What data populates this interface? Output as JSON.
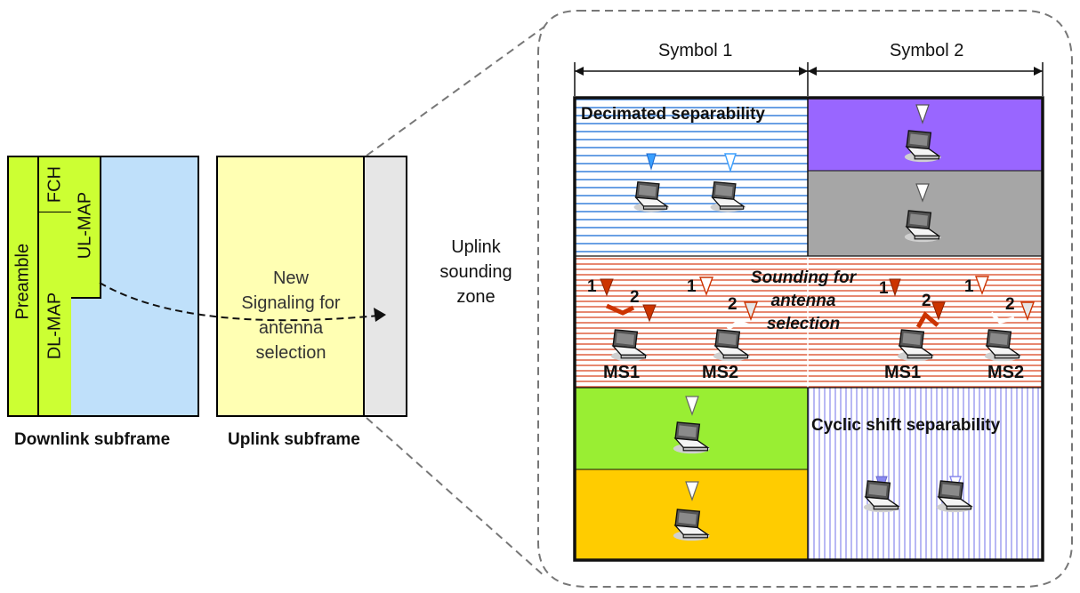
{
  "downlink": {
    "preamble": "Preamble",
    "fch": "FCH",
    "dl_map": "DL-MAP",
    "ul_map": "UL-MAP",
    "caption": "Downlink subframe"
  },
  "uplink": {
    "signaling": [
      "New",
      "Signaling for",
      "antenna",
      "selection"
    ],
    "caption": "Uplink subframe"
  },
  "zone_label": [
    "Uplink",
    "sounding",
    "zone"
  ],
  "symbols": {
    "symbol1": "Symbol 1",
    "symbol2": "Symbol 2"
  },
  "panels": {
    "decimated": "Decimated separability",
    "sounding": [
      "Sounding for",
      "antenna",
      "selection"
    ],
    "cyclic": "Cyclic shift separability"
  },
  "ms_labels": [
    "MS1",
    "MS2",
    "MS1",
    "MS2"
  ],
  "antenna_numbers": [
    "1",
    "2",
    "1",
    "2",
    "1",
    "2",
    "1",
    "2"
  ],
  "colors": {
    "green": "#ccff33",
    "light_blue": "#bfe0fa",
    "light_yellow": "#ffffb3",
    "light_gray": "#e6e6e6",
    "purple": "#9966ff",
    "gray": "#a6a6a6",
    "lime": "#99ee33",
    "orange": "#ffcc00",
    "stripe_blue": "#4488dd",
    "stripe_red": "#dd5533",
    "stripe_purple": "#8888ee"
  }
}
